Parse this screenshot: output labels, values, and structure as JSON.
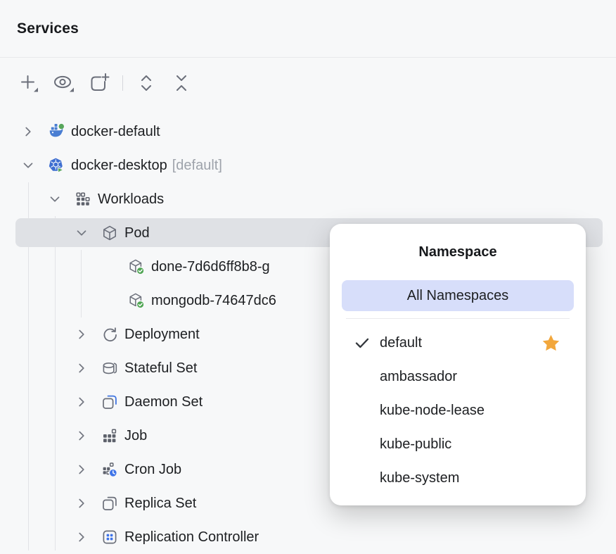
{
  "header": {
    "title": "Services"
  },
  "toolbar": {
    "buttons": [
      {
        "name": "add-service",
        "icon": "plus-dropdown-icon"
      },
      {
        "name": "show-options",
        "icon": "eye-dropdown-icon"
      },
      {
        "name": "add-tab",
        "icon": "square-plus-icon"
      },
      {
        "name": "expand-all",
        "icon": "expand-all-icon"
      },
      {
        "name": "collapse-all",
        "icon": "collapse-all-icon"
      }
    ]
  },
  "tree": {
    "items": [
      {
        "label": "docker-default",
        "level": 0,
        "chevron": "right",
        "icon": "docker"
      },
      {
        "label": "docker-desktop",
        "suffix": "[default]",
        "level": 0,
        "chevron": "down",
        "icon": "kubernetes"
      },
      {
        "label": "Workloads",
        "level": 1,
        "chevron": "down",
        "icon": "workloads"
      },
      {
        "label": "Pod",
        "level": 2,
        "chevron": "down",
        "icon": "pod",
        "selected": true
      },
      {
        "label": "done-7d6d6ff8b8-g",
        "level": 3,
        "icon": "pod-running"
      },
      {
        "label": "mongodb-74647dc6",
        "level": 3,
        "icon": "pod-running"
      },
      {
        "label": "Deployment",
        "level": 2,
        "chevron": "right",
        "icon": "deployment"
      },
      {
        "label": "Stateful Set",
        "level": 2,
        "chevron": "right",
        "icon": "stateful-set"
      },
      {
        "label": "Daemon Set",
        "level": 2,
        "chevron": "right",
        "icon": "daemon-set"
      },
      {
        "label": "Job",
        "level": 2,
        "chevron": "right",
        "icon": "job"
      },
      {
        "label": "Cron Job",
        "level": 2,
        "chevron": "right",
        "icon": "cron-job"
      },
      {
        "label": "Replica Set",
        "level": 2,
        "chevron": "right",
        "icon": "replica-set"
      },
      {
        "label": "Replication Controller",
        "level": 2,
        "chevron": "right",
        "icon": "replication-controller"
      }
    ]
  },
  "popup": {
    "title": "Namespace",
    "all_namespaces_label": "All Namespaces",
    "items": [
      {
        "label": "default",
        "checked": true,
        "starred": true
      },
      {
        "label": "ambassador",
        "checked": false,
        "starred": false
      },
      {
        "label": "kube-node-lease",
        "checked": false,
        "starred": false
      },
      {
        "label": "kube-public",
        "checked": false,
        "starred": false
      },
      {
        "label": "kube-system",
        "checked": false,
        "starred": false
      }
    ]
  },
  "colors": {
    "selection_gray": "#dfe1e5",
    "popup_highlight": "#d7defa",
    "star_gold": "#f2a73c",
    "accent_blue": "#3f74e0",
    "docker_blue": "#4a7ed2",
    "kubernetes_blue": "#3f6fd1",
    "status_green": "#57a65b",
    "icon_gray": "#6b6f7a",
    "panel_bg": "#f7f8f9"
  }
}
